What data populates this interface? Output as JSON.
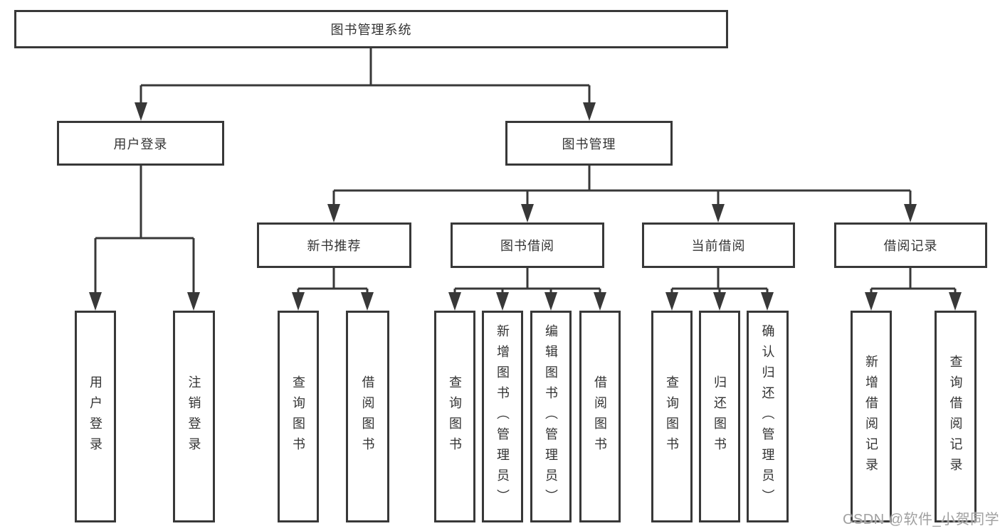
{
  "diagram_title": "图书管理系统",
  "nodes": {
    "root": {
      "label": "图书管理系统"
    },
    "user_login": {
      "label": "用户登录"
    },
    "book_mgmt": {
      "label": "图书管理"
    },
    "new_book_rec": {
      "label": "新书推荐"
    },
    "book_borrow": {
      "label": "图书借阅"
    },
    "current_borrow": {
      "label": "当前借阅"
    },
    "borrow_records": {
      "label": "借阅记录"
    },
    "leaf_user_login": {
      "label": "用户登录"
    },
    "leaf_logout": {
      "label": "注销登录"
    },
    "leaf_query_book_a": {
      "label": "查询图书"
    },
    "leaf_borrow_book_a": {
      "label": "借阅图书"
    },
    "leaf_query_book_b": {
      "label": "查询图书"
    },
    "leaf_add_book": {
      "label": "新增图书（管理员）"
    },
    "leaf_edit_book": {
      "label": "编辑图书（管理员）"
    },
    "leaf_borrow_book_b": {
      "label": "借阅图书"
    },
    "leaf_query_book_c": {
      "label": "查询图书"
    },
    "leaf_return_book": {
      "label": "归还图书"
    },
    "leaf_confirm_return": {
      "label": "确认归还（管理员）"
    },
    "leaf_add_record": {
      "label": "新增借阅记录"
    },
    "leaf_query_record": {
      "label": "查询借阅记录"
    }
  },
  "tree": {
    "图书管理系统": {
      "用户登录": [
        "用户登录",
        "注销登录"
      ],
      "图书管理": {
        "新书推荐": [
          "查询图书",
          "借阅图书"
        ],
        "图书借阅": [
          "查询图书",
          "新增图书（管理员）",
          "编辑图书（管理员）",
          "借阅图书"
        ],
        "当前借阅": [
          "查询图书",
          "归还图书",
          "确认归还（管理员）"
        ],
        "借阅记录": [
          "新增借阅记录",
          "查询借阅记录"
        ]
      }
    }
  },
  "watermark": "CSDN @软件_小贺同学",
  "colors": {
    "line": "#383838",
    "text": "#333333",
    "watermark": "#a0a0a0",
    "background": "#ffffff"
  }
}
